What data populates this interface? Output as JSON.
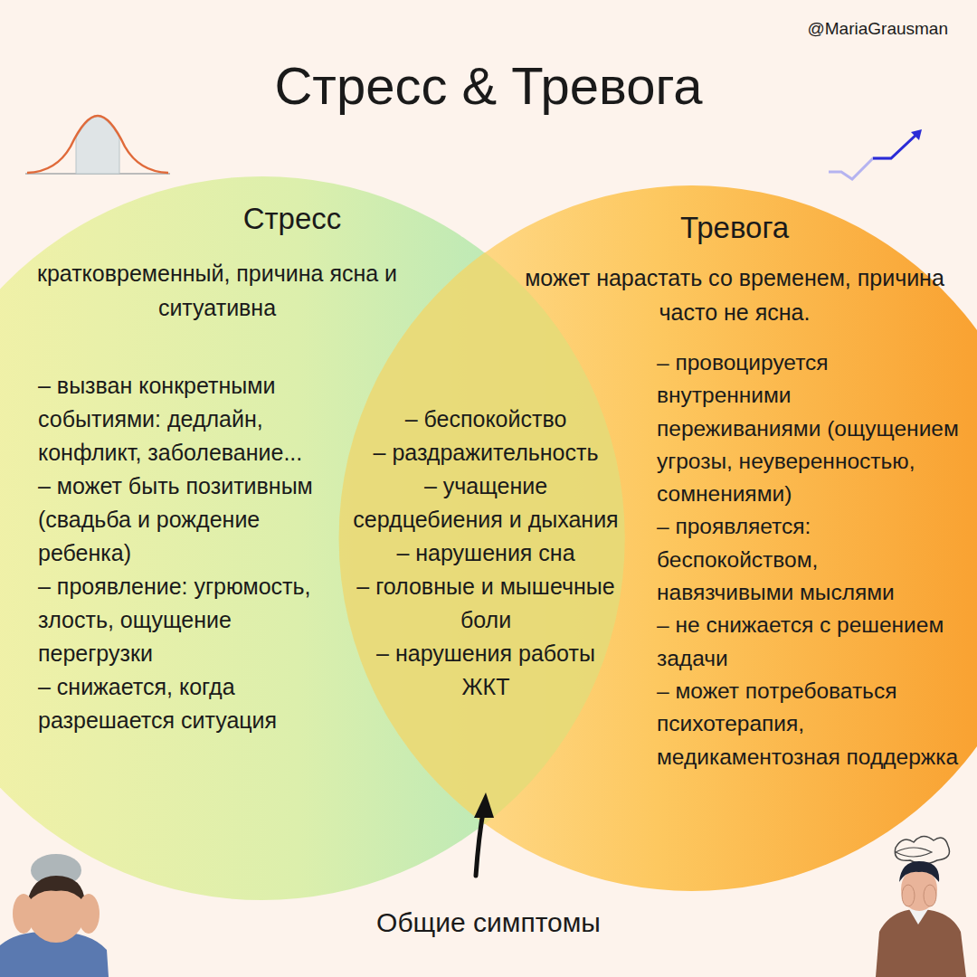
{
  "diagram": {
    "title": "Стресс & Тревога",
    "nodes": [
      {
        "text": [
          "Стресс",
          "кратковременный, причина ясна и ситуативна",
          "– вызван конкретными событиями: дедлайн, конфликт, заболевание...",
          "– может быть позитивным (свадьба и рождение ребенка)",
          "– проявление: угрюмость, злость, ощущение перегрузки",
          "– снижается, когда разрешается ситуация"
        ]
      },
      {
        "text": [
          "Тревога",
          "может нарастать со временем, причина часто не ясна.",
          "– провоцируется внутренними переживаниями (ощущением угрозы, неуверенностью, сомнениями)",
          "– проявляется: беспокойством, навязчивыми мыслями",
          "– не снижается с решением задачи",
          "– может потребоваться психотерапия, медикаментозная поддержка"
        ]
      },
      {
        "text": [
          "– беспокойство",
          "– раздражительность",
          "– учащение сердцебиения и дыхания",
          "– нарушения сна",
          "– головные и мышечные боли",
          "– нарушения работы ЖКТ"
        ]
      }
    ],
    "labels": [
      "@MariaGrausman",
      "Общие симптомы"
    ]
  }
}
